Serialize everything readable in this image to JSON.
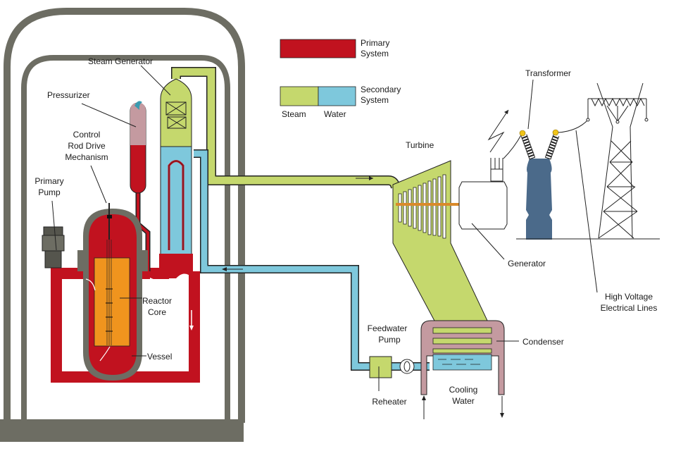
{
  "legend": {
    "primary": {
      "label_line1": "Primary",
      "label_line2": "System",
      "color": "#c1121f"
    },
    "secondary": {
      "label_line1": "Secondary",
      "label_line2": "System",
      "steam_label": "Steam",
      "water_label": "Water",
      "steam_color": "#c5d86d",
      "water_color": "#7ec8dc"
    }
  },
  "labels": {
    "steam_generator": "Steam Generator",
    "pressurizer": "Pressurizer",
    "control_rod_1": "Control",
    "control_rod_2": "Rod Drive",
    "control_rod_3": "Mechanism",
    "primary_pump_1": "Primary",
    "primary_pump_2": "Pump",
    "reactor_core_1": "Reactor",
    "reactor_core_2": "Core",
    "vessel": "Vessel",
    "turbine": "Turbine",
    "generator": "Generator",
    "transformer": "Transformer",
    "hv_lines_1": "High Voltage",
    "hv_lines_2": "Electrical Lines",
    "condenser": "Condenser",
    "feedwater_pump_1": "Feedwater",
    "feedwater_pump_2": "Pump",
    "reheater": "Reheater",
    "cooling_water_1": "Cooling",
    "cooling_water_2": "Water"
  },
  "colors": {
    "containment": "#6d6d63",
    "core": "#f0941e",
    "pressurizer_top": "#c49aa0",
    "condenser": "#c49aa0",
    "transformer": "#4b6a8a",
    "shaft": "#d98a2a"
  }
}
